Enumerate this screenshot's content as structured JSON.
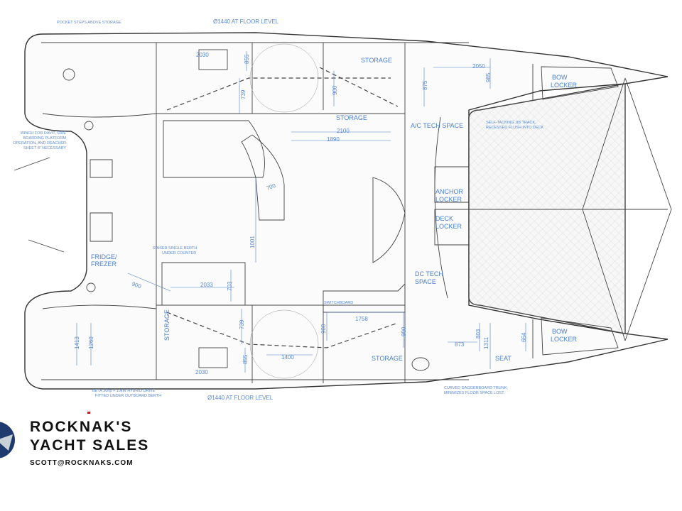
{
  "drawing": {
    "notes": {
      "pocket_steps": "POCKET STEPS ABOVE STORAGE",
      "floor_level_top": "Ø1440 AT FLOOR LEVEL",
      "floor_level_bottom": "Ø1440 AT FLOOR LEVEL",
      "winch_1": "WINCH FOR DAVIT, SIDE",
      "winch_2": "BOARDING PLATFORM",
      "winch_3": "OPERATION, AND REACHER",
      "winch_4": "SHEET IF NECESSARY",
      "jib_1": "SELF-TACKING JIB TRACK,",
      "jib_2": "RECESSED FLUSH INTO DECK",
      "berth_1": "RAISED SINGLE BERTH",
      "berth_2": "UNDER COUNTER",
      "engine_1": "BETA 30hp + 10kW HYBRID DRIVE",
      "engine_2": "FITTED UNDER OUTBOARD BERTH",
      "trunk_1": "CURVED DAGGERBOARD TRUNK,",
      "trunk_2": "MINIMIZES FLOOR SPACE LOST",
      "switchboard": "SWITCHBOARD"
    },
    "rooms": {
      "storage_top": "STORAGE",
      "storage_mid": "STORAGE",
      "storage_bottom": "STORAGE",
      "storage_aft": "STORAGE",
      "bow_locker_top_1": "BOW",
      "bow_locker_top_2": "LOCKER",
      "bow_locker_bottom_1": "BOW",
      "bow_locker_bottom_2": "LOCKER",
      "ac_tech": "A/C TECH SPACE",
      "dc_tech_1": "DC TECH",
      "dc_tech_2": "SPACE",
      "anchor_1": "ANCHOR",
      "anchor_2": "LOCKER",
      "deck_1": "DECK",
      "deck_2": "LOCKER",
      "fridge_1": "FRIDGE/",
      "fridge_2": "FREZER",
      "seat": "SEAT"
    },
    "dimensions": {
      "d855_top": "855",
      "d739_top": "739",
      "d2030_top": "2030",
      "d900_top": "900",
      "d875": "875",
      "d2050": "2050",
      "d985": "985",
      "d2100": "2100",
      "d1890": "1890",
      "d700": "700",
      "d1001": "1001",
      "d900_fridge": "900",
      "d2033": "2033",
      "d703": "703",
      "d1758": "1758",
      "d900_mid": "900",
      "d900_right": "900",
      "d739_bottom": "739",
      "d855_bottom": "855",
      "d1400": "1400",
      "d2030_bottom": "2030",
      "d1413": "1413",
      "d1260": "1260",
      "d873": "873",
      "d803": "803",
      "d1311": "1311",
      "d664": "664"
    }
  },
  "logo": {
    "line1": "ROCKNAK'S",
    "line2": "YACHT SALES",
    "email": "SCOTT@ROCKNAKS.COM",
    "colors": {
      "circle": "#1f3a6e",
      "accent": "#d11"
    }
  }
}
